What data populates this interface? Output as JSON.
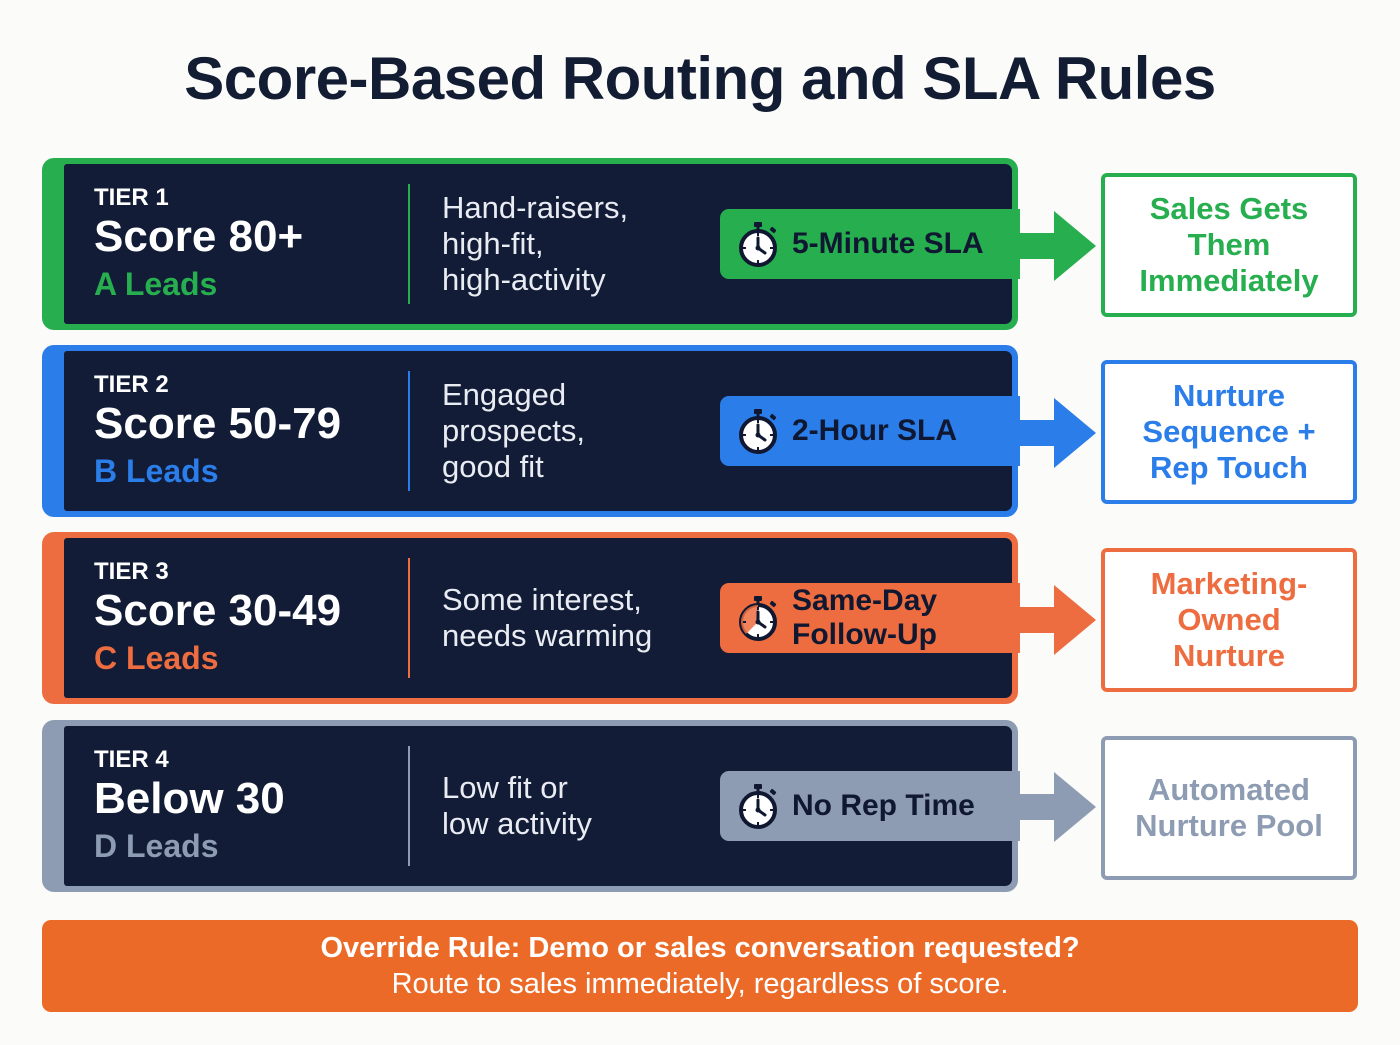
{
  "title": "Score-Based Routing and SLA Rules",
  "tiers": [
    {
      "label": "TIER 1",
      "score": "Score 80+",
      "grade": "A Leads",
      "description": [
        "Hand-raisers,",
        "high-fit,",
        "high-activity"
      ],
      "sla": [
        "5-Minute SLA"
      ],
      "outcome": [
        "Sales Gets",
        "Them",
        "Immediately"
      ],
      "color": "#27ae4f"
    },
    {
      "label": "TIER 2",
      "score": "Score 50-79",
      "grade": "B Leads",
      "description": [
        "Engaged",
        "prospects,",
        "good fit"
      ],
      "sla": [
        "2-Hour SLA"
      ],
      "outcome": [
        "Nurture",
        "Sequence +",
        "Rep Touch"
      ],
      "color": "#2b7de9"
    },
    {
      "label": "TIER 3",
      "score": "Score 30-49",
      "grade": "C Leads",
      "description": [
        "Some interest,",
        "needs warming"
      ],
      "sla": [
        "Same-Day",
        "Follow-Up"
      ],
      "outcome": [
        "Marketing-",
        "Owned",
        "Nurture"
      ],
      "color": "#ee6d40"
    },
    {
      "label": "TIER 4",
      "score": "Below 30",
      "grade": "D Leads",
      "description": [
        "Low fit or",
        "low activity"
      ],
      "sla": [
        "No Rep Time"
      ],
      "outcome": [
        "Automated",
        "Nurture Pool"
      ],
      "color": "#8e9cb3"
    }
  ],
  "override": {
    "heading": "Override Rule: Demo or sales conversation requested?",
    "body": "Route to sales immediately, regardless of score.",
    "color": "#ec6a27"
  },
  "icons": {
    "sla": "stopwatch-icon",
    "flow": "arrow-right-icon"
  }
}
